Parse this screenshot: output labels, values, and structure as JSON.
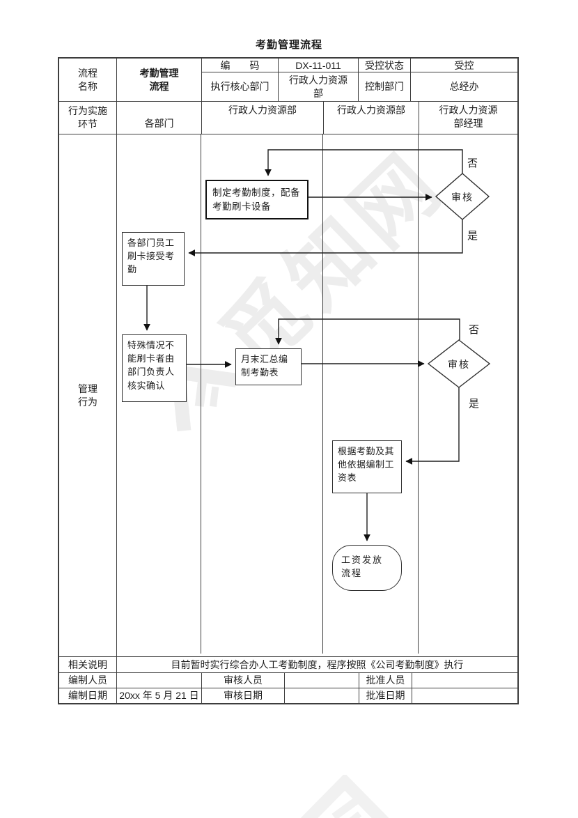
{
  "title": "考勤管理流程",
  "header": {
    "process_name_label": "流程\n名称",
    "process_name_value": "考勤管理\n流程",
    "code_label": "编　　码",
    "code_value": "DX-11-011",
    "control_status_label": "受控状态",
    "control_status_value": "受控",
    "core_dept_label": "执行核心部门",
    "core_dept_value": "行政人力资源\n部",
    "control_dept_label": "控制部门",
    "control_dept_value": "总经办"
  },
  "lanes": {
    "label": "行为实施\n环节",
    "lane1": "各部门",
    "lane2": "行政人力资源部",
    "lane3": "行政人力资源部",
    "lane4": "行政人力资源\n部经理"
  },
  "body_label": "管理\n行为",
  "flow": {
    "box1": "制定考勤制度，配备考勤刷卡设备",
    "diamond1": "审核",
    "no1": "否",
    "yes1": "是",
    "box2": "各部门员工刷卡接受考勤",
    "box3": "特殊情况不能刷卡者由部门负责人核实确认",
    "box4": "月末汇总编制考勤表",
    "diamond2": "审核",
    "no2": "否",
    "yes2": "是",
    "box5": "根据考勤及其他依据编制工资表",
    "terminal": "工资发放流程"
  },
  "footer": {
    "remark_label": "相关说明",
    "remark_value": "目前暂时实行综合办人工考勤制度，程序按照《公司考勤制度》执行",
    "prepared_by_label": "编制人员",
    "prepared_by_value": "",
    "reviewed_by_label": "审核人员",
    "reviewed_by_value": "",
    "approved_by_label": "批准人员",
    "approved_by_value": "",
    "prepared_date_label": "编制日期",
    "prepared_date_value": "20xx 年 5 月 21 日",
    "reviewed_date_label": "审核日期",
    "reviewed_date_value": "",
    "approved_date_label": "批准日期",
    "approved_date_value": ""
  },
  "watermark": {
    "text": "觅知网"
  }
}
